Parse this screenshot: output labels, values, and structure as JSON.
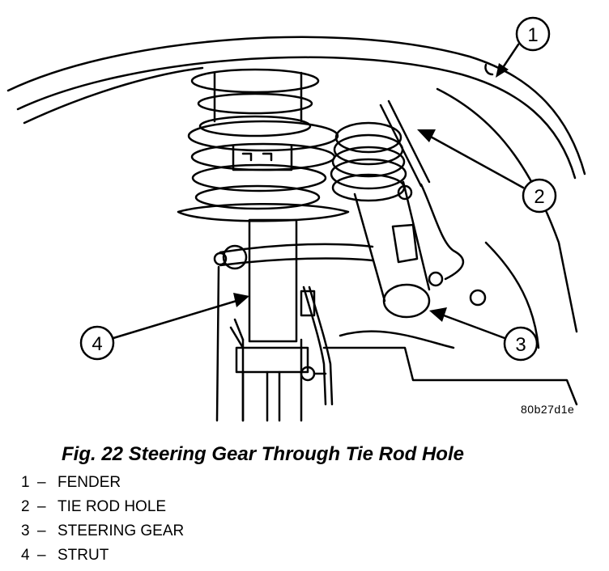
{
  "figure": {
    "code": "80b27d1e",
    "caption": "Fig. 22 Steering Gear Through Tie Rod Hole"
  },
  "callouts": [
    "1",
    "2",
    "3",
    "4"
  ],
  "legend": [
    {
      "number": "1",
      "label": "FENDER"
    },
    {
      "number": "2",
      "label": "TIE ROD HOLE"
    },
    {
      "number": "3",
      "label": "STEERING GEAR"
    },
    {
      "number": "4",
      "label": "STRUT"
    }
  ],
  "legend_separator": "–"
}
